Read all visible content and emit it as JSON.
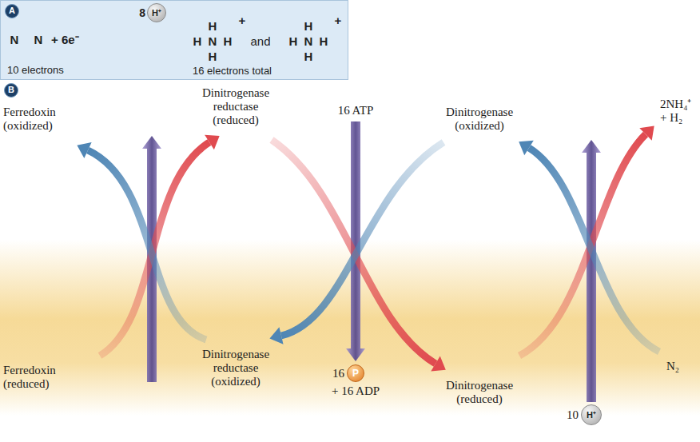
{
  "diagram": {
    "nodes": [
      {
        "text": [
          "10 electrons",
          "16 electrons total"
        ]
      },
      {
        "text": [
          "A"
        ],
        "in": 0
      },
      {
        "text": [
          "8",
          "H⁺"
        ],
        "in": 0
      },
      {
        "text": [
          "B"
        ]
      },
      {
        "text": [
          "16",
          "P"
        ]
      },
      {
        "text": [
          "10",
          "H⁺"
        ]
      }
    ],
    "labels": [
      "N",
      "N",
      "+ 6e⁻",
      "H",
      "H",
      "N",
      "H",
      "H",
      "+",
      "and",
      "H",
      "H",
      "N",
      "H",
      "H",
      "+",
      "Ferredoxin (oxidized)",
      "Dinitrogenase reductase (reduced)",
      "16 ATP",
      "Dinitrogenase (oxidized)",
      "2NH₄⁺ + H₂",
      "Ferredoxin (reduced)",
      "Dinitrogenase reductase (oxidized)",
      "+ 16 ADP",
      "Dinitrogenase (reduced)",
      "N₂"
    ]
  }
}
